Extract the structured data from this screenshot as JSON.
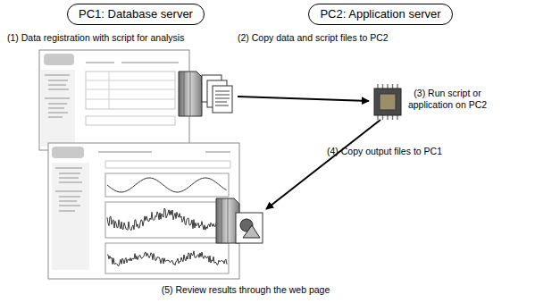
{
  "diagram": {
    "nodes": [
      {
        "text": [
          "PC1: Database server"
        ]
      },
      {
        "text": [
          "PC2: Application server"
        ]
      }
    ],
    "labels": [
      "(1) Data registration with script for analysis",
      "(2) Copy data and script files to PC2",
      "(3) Run script or application on PC2",
      "(4) Copy output files to PC1",
      "(5) Review results through the web page"
    ]
  }
}
